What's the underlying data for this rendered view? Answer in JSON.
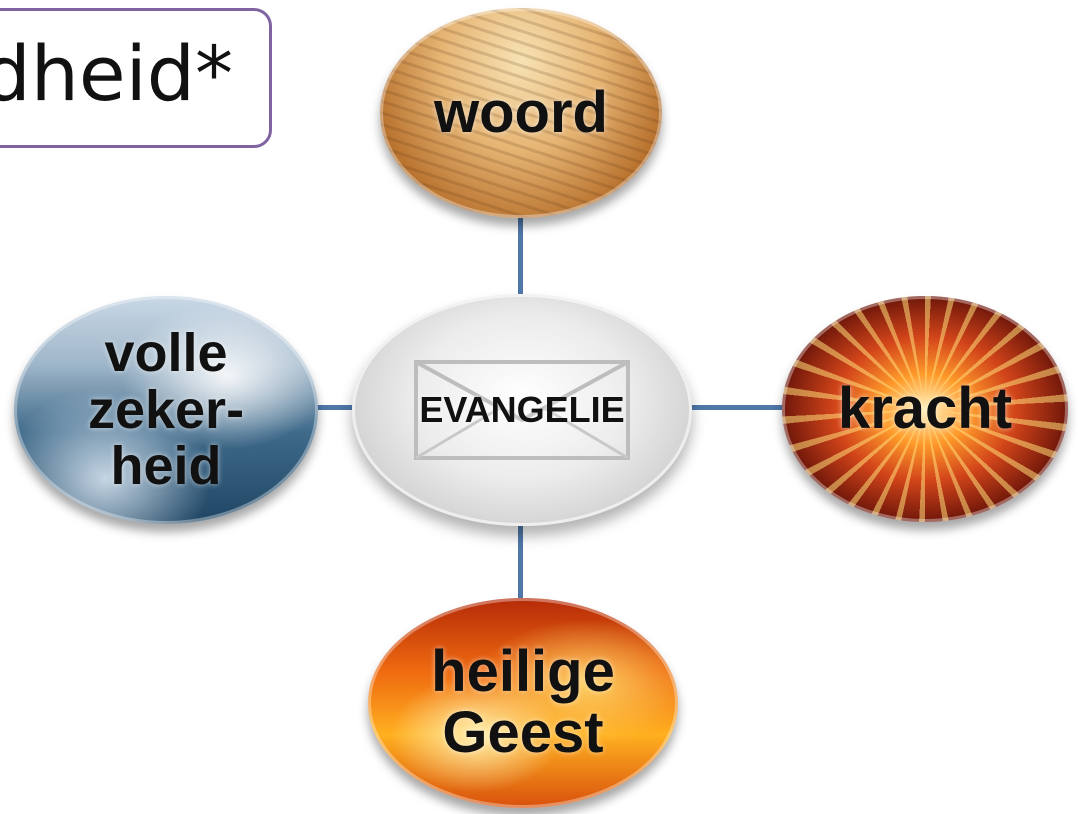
{
  "title": {
    "text": "dheid*"
  },
  "diagram": {
    "center": {
      "label": "EVANGELIE",
      "icon": "envelope-icon"
    },
    "nodes": {
      "top": {
        "label": "woord"
      },
      "right": {
        "label": "kracht"
      },
      "left": {
        "label": "volle\nzeker-\nheid"
      },
      "bottom": {
        "label": "heilige\nGeest"
      }
    },
    "connector_color": "#4f77a8",
    "title_border_color": "#8064a2"
  }
}
